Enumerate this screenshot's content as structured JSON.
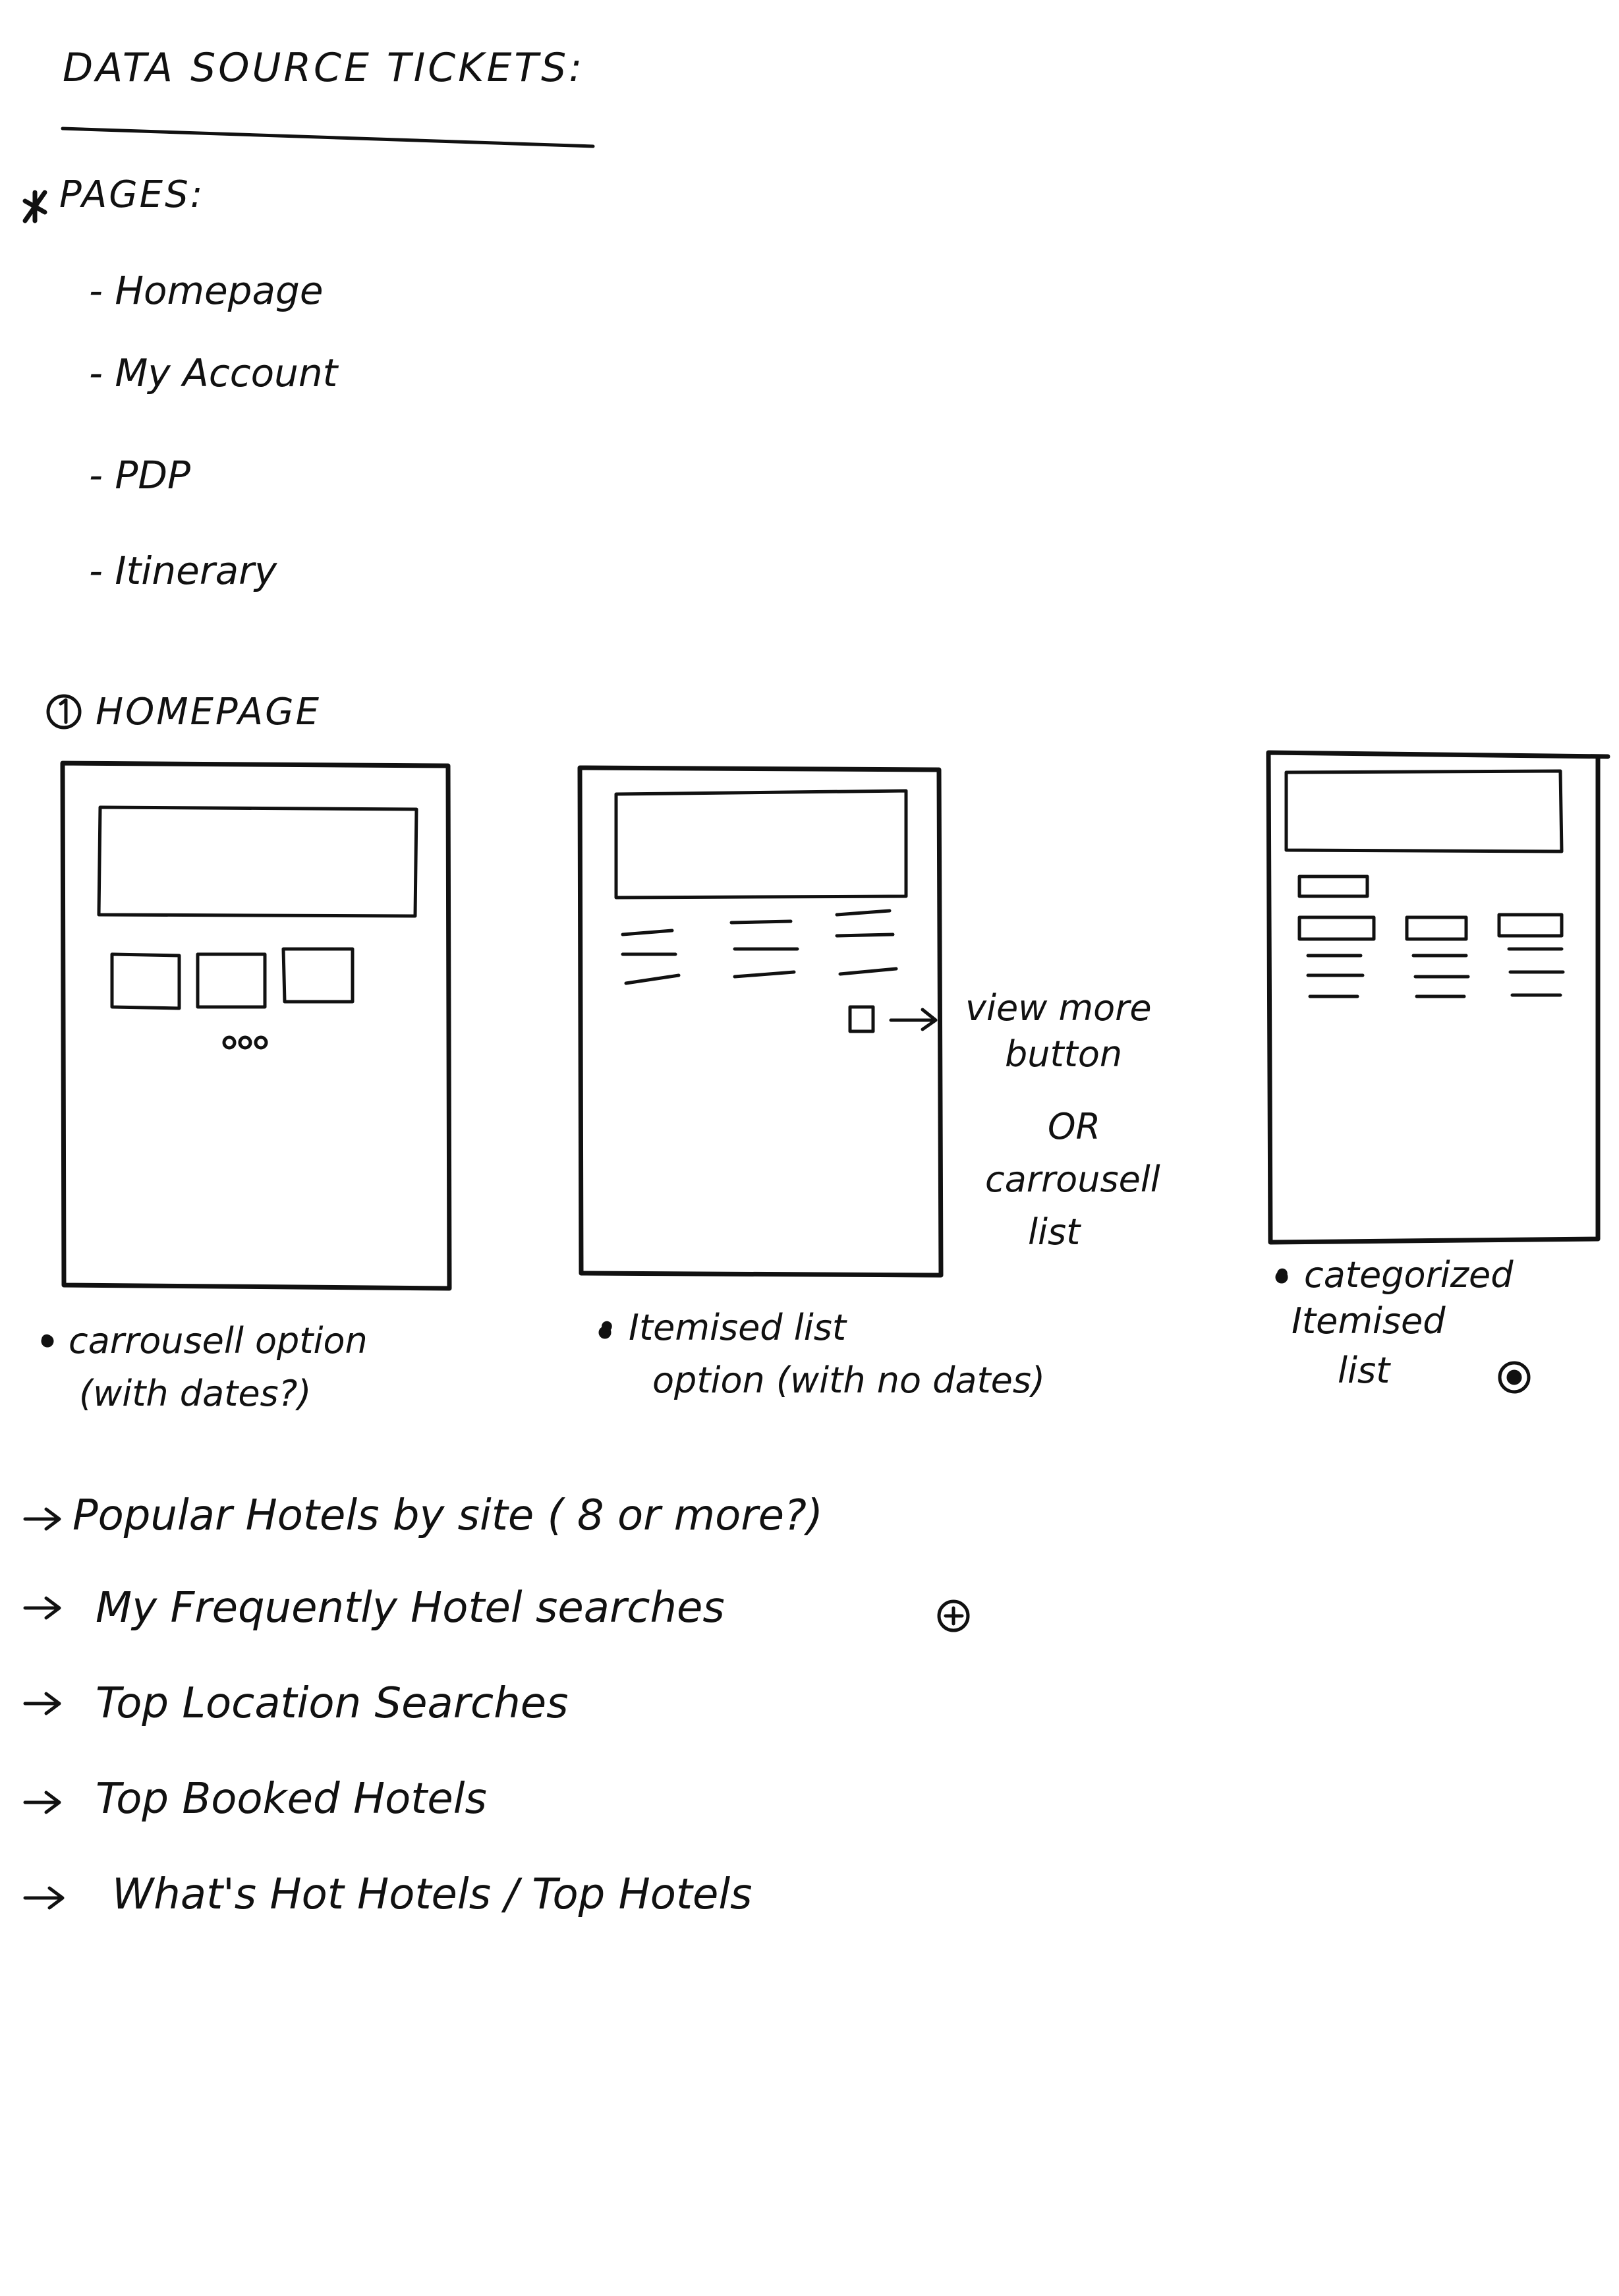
{
  "title": "DATA SOURCE TICKETS:",
  "pages_heading": "PAGES:",
  "pages": [
    "- Homepage",
    "- My Account",
    "- PDP",
    "- Itinerary"
  ],
  "section_heading": "HOMEPAGE",
  "wireframes": [
    {
      "caption_lines": [
        "• carrousell option",
        "(with dates?)"
      ]
    },
    {
      "caption_lines": [
        "• Itemised list",
        "option (with no dates)"
      ]
    },
    {
      "caption_lines": [
        "• categorized",
        "Itemised",
        "list"
      ]
    }
  ],
  "annotation_lines": [
    "view more",
    "button",
    "OR",
    "carrousell",
    "list"
  ],
  "data_sources": [
    "Popular Hotels by site ( 8 or more?)",
    "My Frequently Hotel searches",
    "Top Location Searches",
    "Top Booked Hotels",
    "What's Hot Hotels / Top Hotels"
  ]
}
